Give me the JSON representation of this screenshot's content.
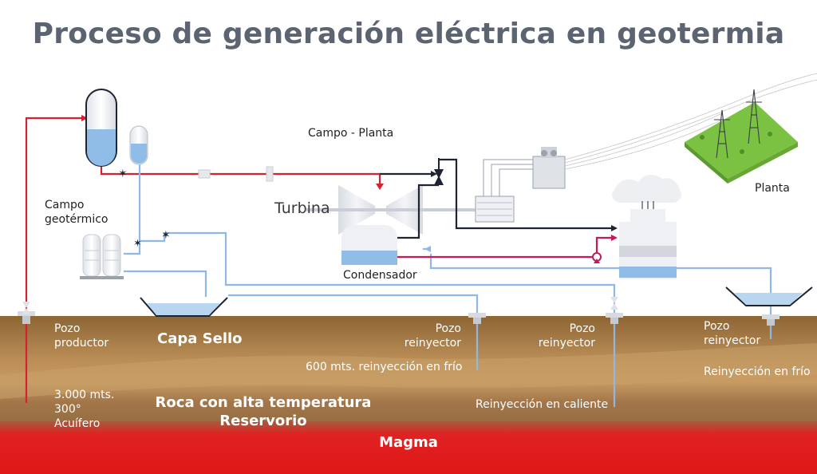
{
  "title": "Proceso de generación eléctrica en geotermia",
  "labels": {
    "campo_planta": "Campo - Planta",
    "campo_geotermico_1": "Campo",
    "campo_geotermico_2": "geotérmico",
    "turbina": "Turbina",
    "condensador": "Condensador",
    "planta": "Planta"
  },
  "ground": {
    "pozo_productor_1": "Pozo",
    "pozo_productor_2": "productor",
    "capa_sello": "Capa Sello",
    "pozo_reinyector_a_1": "Pozo",
    "pozo_reinyector_a_2": "reinyector",
    "reinyeccion_frio_600": "600 mts. reinyección en frío",
    "pozo_reinyector_b_1": "Pozo",
    "pozo_reinyector_b_2": "reinyector",
    "pozo_reinyector_c_1": "Pozo",
    "pozo_reinyector_c_2": "reinyector",
    "reinyeccion_frio": "Reinyección en frío",
    "depth_1": "3.000 mts.",
    "depth_2": "300°",
    "depth_3": "Acuífero",
    "roca_1": "Roca con alta temperatura",
    "roca_2": "Reservorio",
    "reinyeccion_caliente": "Reinyección en caliente",
    "magma": "Magma"
  },
  "colors": {
    "hot_pipe": "#d5222e",
    "cold_pipe": "#8fb8e8",
    "dark_pipe": "#1e2530",
    "soil_top": "#8f6a3a",
    "soil_mid": "#c89a5e",
    "soil_deep": "#9a7246",
    "magma": "#e01d1d",
    "title": "#5b6470",
    "grass": "#7cc242"
  }
}
